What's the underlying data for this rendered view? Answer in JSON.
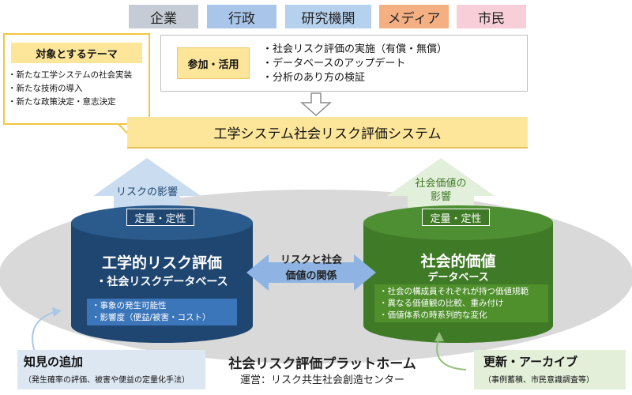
{
  "stakeholders": [
    "企業",
    "行政",
    "研究機関",
    "メディア",
    "市民"
  ],
  "theme": {
    "title": "対象とするテーマ",
    "items": [
      "・新たな工学システムの社会実装",
      "・新たな技術の導入",
      "・新たな政策決定・意志決定"
    ]
  },
  "participation": {
    "label": "参加・活用",
    "items": [
      "・社会リスク評価の実施（有償・無償）",
      "・データベースのアップデート",
      "・分析のあり方の検証"
    ]
  },
  "system_title": "工学システム社会リスク評価システム",
  "left_arrow": {
    "label": "リスクの影響",
    "tag": "定量・定性"
  },
  "right_arrow": {
    "label_line1": "社会価値の",
    "label_line2": "影響",
    "tag": "定量・定性"
  },
  "left_db": {
    "title": "工学的リスク評価",
    "subtitle": "・社会リスクデータベース",
    "items": [
      "・事象の発生可能性",
      "・影響度（便益/被害・コスト）"
    ]
  },
  "right_db": {
    "title": "社会的価値",
    "subtitle": "データベース",
    "items": [
      "・社会の構成員それぞれが持つ価値規範",
      "・異なる価値観の比較、重み付け",
      "・価値体系の時系列的な変化"
    ]
  },
  "relation": {
    "line1": "リスクと社会",
    "line2": "価値の関係"
  },
  "knowledge": {
    "title": "知見の追加",
    "subtitle": "（発生確率の評価、被害や便益の定量化手法）"
  },
  "platform": {
    "title": "社会リスク評価プラットホーム",
    "operation": "運営：リスク共生社会創造センター"
  },
  "update": {
    "title": "更新・アーカイブ",
    "subtitle": "（事例蓄積、市民意識調査等）"
  },
  "colors": {
    "navy": "#1f4670",
    "green": "#3f7a26",
    "yellow": "#fde69a",
    "gray_ellipse": "#d9d9d9"
  }
}
